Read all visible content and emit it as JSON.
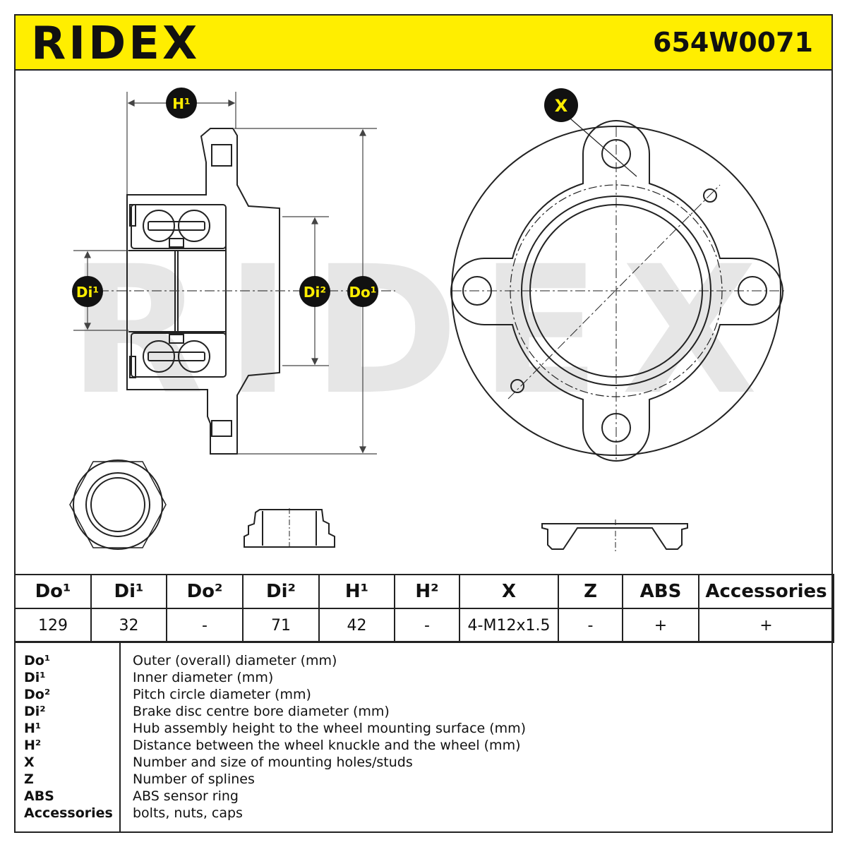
{
  "header": {
    "brand": "RIDEX",
    "part_number": "654W0071"
  },
  "diagram": {
    "labels": {
      "h1": "H¹",
      "di1": "Di¹",
      "di2": "Di²",
      "do1": "Do¹",
      "x": "X"
    },
    "watermark": "RIDEX",
    "colors": {
      "accent": "#ffee00",
      "line": "#222222",
      "watermark": "#e6e6e6"
    }
  },
  "spec_table": {
    "headers": [
      "Do¹",
      "Di¹",
      "Do²",
      "Di²",
      "H¹",
      "H²",
      "X",
      "Z",
      "ABS",
      "Accessories"
    ],
    "values": [
      "129",
      "32",
      "-",
      "71",
      "42",
      "-",
      "4-M12x1.5",
      "-",
      "+",
      "+"
    ]
  },
  "legend": {
    "items": [
      {
        "key": "Do¹",
        "desc": "Outer (overall) diameter (mm)"
      },
      {
        "key": "Di¹",
        "desc": "Inner diameter (mm)"
      },
      {
        "key": "Do²",
        "desc": "Pitch circle diameter (mm)"
      },
      {
        "key": "Di²",
        "desc": "Brake disc centre bore diameter (mm)"
      },
      {
        "key": "H¹",
        "desc": "Hub assembly height to the wheel mounting surface (mm)"
      },
      {
        "key": "H²",
        "desc": "Distance between the wheel knuckle and the wheel (mm)"
      },
      {
        "key": "X",
        "desc": "Number and size of mounting holes/studs"
      },
      {
        "key": "Z",
        "desc": "Number of splines"
      },
      {
        "key": "ABS",
        "desc": "ABS sensor ring"
      },
      {
        "key": "Accessories",
        "desc": "bolts, nuts, caps"
      }
    ]
  }
}
